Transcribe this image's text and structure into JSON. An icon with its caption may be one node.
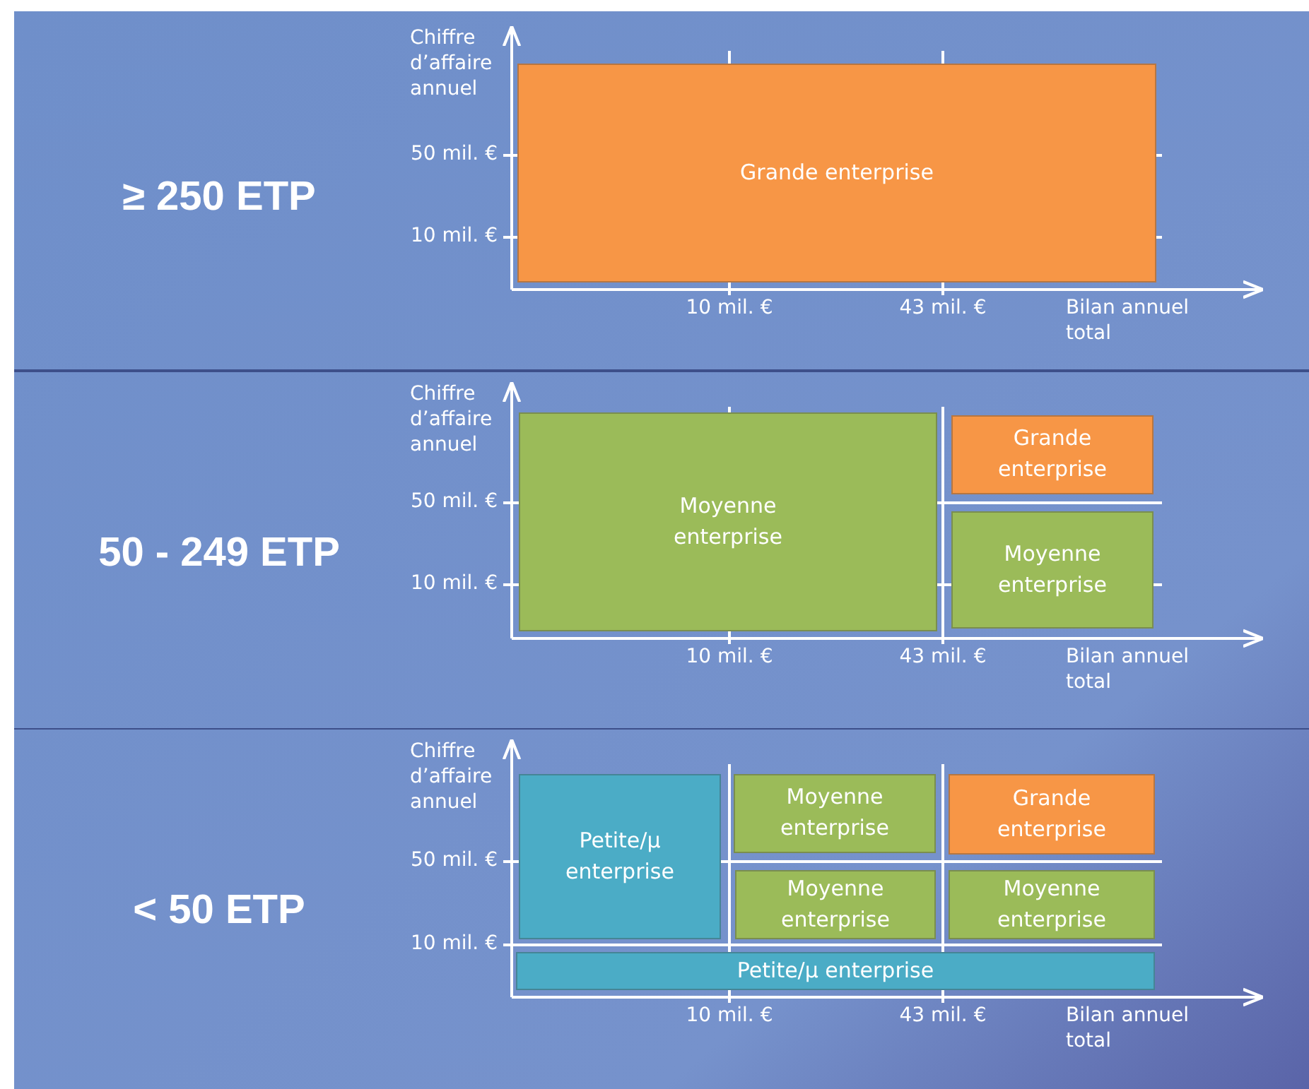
{
  "diagram": {
    "nodes": [
      {
        "text": [
          "≥ 250 ETP"
        ]
      },
      {
        "text": [
          "Grande enterprise"
        ],
        "in": 0
      },
      {
        "text": [
          "50 - 249 ETP"
        ]
      },
      {
        "text": [
          "Moyenne enterprise"
        ],
        "in": 2
      },
      {
        "text": [
          "Grande enterprise"
        ],
        "in": 2
      },
      {
        "text": [
          "Moyenne enterprise"
        ],
        "in": 2
      },
      {
        "text": [
          "< 50 ETP"
        ]
      },
      {
        "text": [
          "Petite/μ enterprise"
        ],
        "in": 6
      },
      {
        "text": [
          "Moyenne enterprise"
        ],
        "in": 6
      },
      {
        "text": [
          "Grande enterprise"
        ],
        "in": 6
      },
      {
        "text": [
          "Moyenne enterprise"
        ],
        "in": 6
      },
      {
        "text": [
          "Moyenne enterprise"
        ],
        "in": 6
      },
      {
        "text": [
          "Petite/μ enterprise"
        ],
        "in": 6
      }
    ],
    "labels": [
      "Chiffre d’affaire annuel",
      "50 mil. €",
      "10 mil. €",
      "10 mil. €",
      "43 mil. €",
      "Bilan annuel total",
      "Chiffre d’affaire annuel",
      "50 mil. €",
      "10 mil. €",
      "10 mil. €",
      "43 mil. €",
      "Bilan annuel total",
      "Chiffre d’affaire annuel",
      "50 mil. €",
      "10 mil. €",
      "10 mil. €",
      "43 mil. €",
      "Bilan annuel total"
    ]
  }
}
